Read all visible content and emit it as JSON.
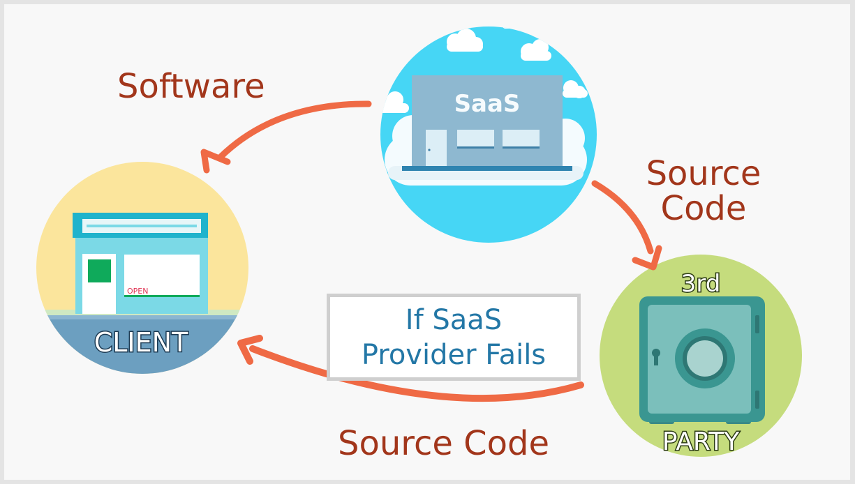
{
  "labels": {
    "software": "Software",
    "source_code_top": "Source Code",
    "source_code_bottom": "Source Code",
    "callout_line1": "If SaaS",
    "callout_line2": "Provider Fails",
    "saas_building": "SaaS",
    "client": "CLIENT",
    "open_sign": "OPEN",
    "third": "3rd",
    "party": "PARTY"
  },
  "colors": {
    "arrow": "#ef6a45",
    "label_text": "#a2361b",
    "callout_text": "#2377a6",
    "saas_circle": "#46d6f5",
    "client_circle": "#fbe59c",
    "party_circle": "#c5dc7d"
  }
}
